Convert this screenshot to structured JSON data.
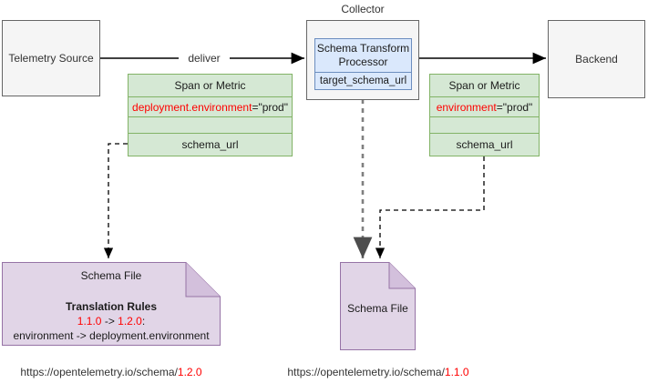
{
  "diagram": {
    "title_label": "Collector",
    "nodes": {
      "telemetry_source": "Telemetry Source",
      "collector": "Collector",
      "processor_line1": "Schema Transform",
      "processor_line2": "Processor",
      "processor_param": "target_schema_url",
      "backend": "Backend"
    },
    "edges": {
      "deliver": "deliver"
    },
    "record_left": {
      "header": "Span or Metric",
      "attribute_key": "deployment.environment",
      "attribute_value": "=\"prod\"",
      "blank_row": "",
      "schema_row": "schema_url"
    },
    "record_right": {
      "header": "Span or Metric",
      "attribute_key": "environment",
      "attribute_value": "=\"prod\"",
      "blank_row": "",
      "schema_row": "schema_url"
    },
    "schema_file_left": {
      "header": "Schema File",
      "rules_title": "Translation Rules",
      "rules_from": "1.1.0",
      "rules_arrow": " -> ",
      "rules_to": "1.2.0",
      "rules_colon": ":",
      "rules_body": "environment -> deployment.environment",
      "url_base": "https://opentelemetry.io/schema/",
      "url_version": "1.2.0"
    },
    "schema_file_right": {
      "header": "Schema File",
      "url_base": "https://opentelemetry.io/schema/",
      "url_version": "1.1.0"
    },
    "colors": {
      "plain_fill": "#f5f5f5",
      "plain_stroke": "#666666",
      "processor_fill": "#dae8fc",
      "processor_stroke": "#6c8ebf",
      "record_fill": "#d5e8d4",
      "record_stroke": "#82b366",
      "file_fill": "#e1d5e7",
      "file_stroke": "#9673a6",
      "accent_red": "#ff0000",
      "edge_stroke": "#000000",
      "gray_edge_stroke": "#808080"
    }
  }
}
